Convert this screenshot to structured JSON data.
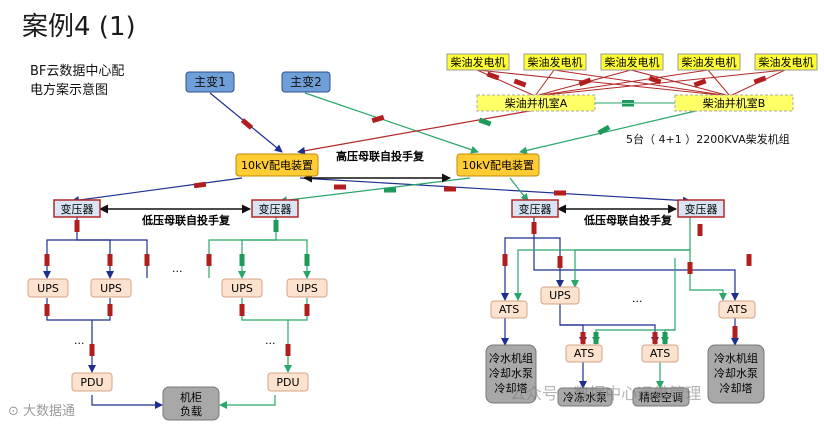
{
  "title": "案例4 (1)",
  "subtitle_line1": "BF云数据中心配",
  "subtitle_line2": "电方案示意图",
  "main_transformer_1": "主变1",
  "main_transformer_2": "主变2",
  "diesel_generator": "柴油发电机",
  "diesel_parallel_room_a": "柴油并机室A",
  "diesel_parallel_room_b": "柴油并机室B",
  "diesel_note": "5台（ 4+1 ）2200KVA柴发机组",
  "switchgear_10kv": "10kV配电装置",
  "hv_bus_tie": "高压母联自投手复",
  "lv_bus_tie": "低压母联自投手复",
  "transformer": "变压器",
  "ups": "UPS",
  "pdu": "PDU",
  "ats": "ATS",
  "ellipsis": "...",
  "cabinet_load": [
    "机柜",
    "负载"
  ],
  "chiller_group": [
    "冷水机组",
    "冷却水泵",
    "冷却塔"
  ],
  "chilled_water_pump": "冷冻水泵",
  "precision_ac": "精密空调",
  "watermark_left": "大数据通",
  "watermark_right": "公众号 · 数据中心运维管理",
  "colors": {
    "feed_blue": "#1f2f8f",
    "feed_green": "#2aa66a",
    "feed_red": "#b42828",
    "breaker": "#b01e1e",
    "breaker_green": "#1e9a5a",
    "gen_fill": "#ffff33",
    "switchgear_fill": "#ffcc33",
    "main_tx_fill": "#6f9fd8",
    "transformer_fill": "#d9e4f5",
    "ups_fill": "#fde2d0",
    "grey_box": "#a8a8a8"
  }
}
